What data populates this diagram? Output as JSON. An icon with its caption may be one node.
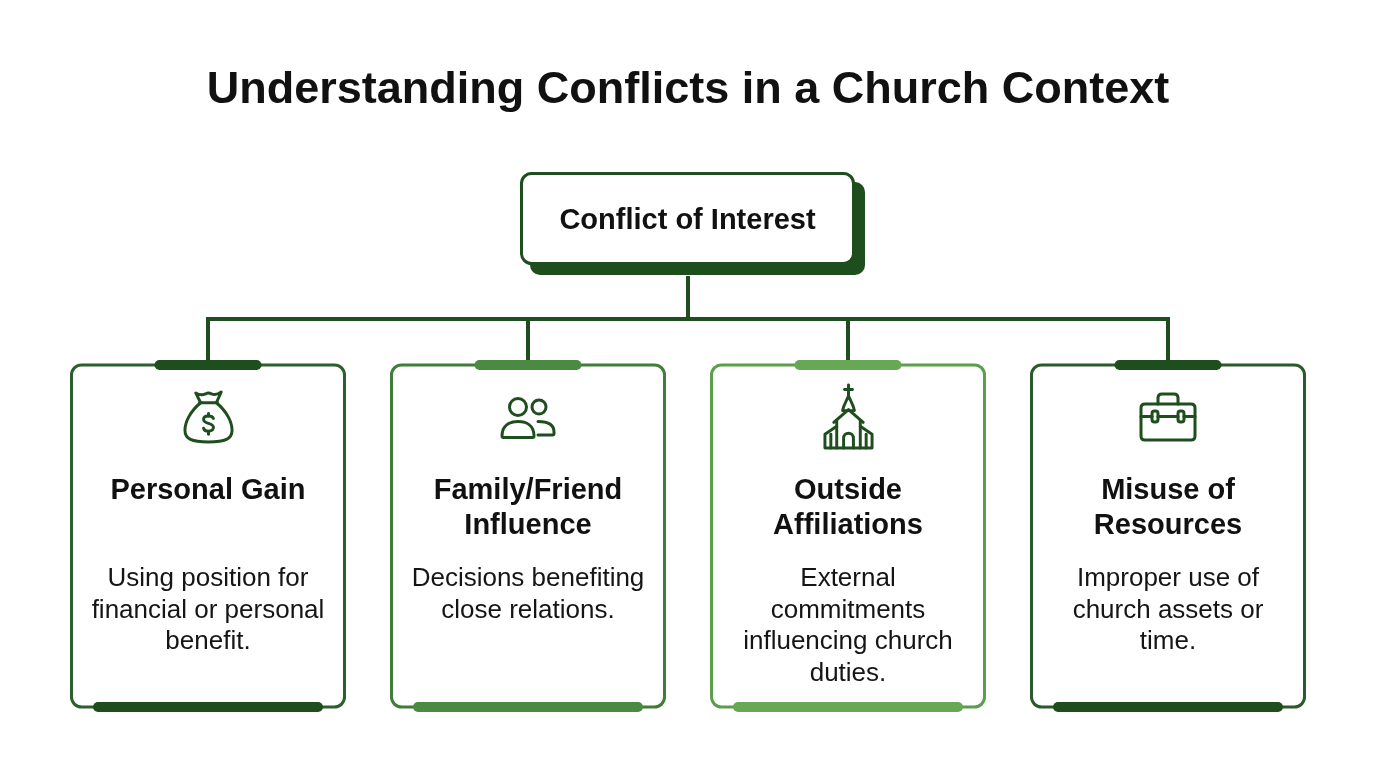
{
  "diagram": {
    "title": "Understanding Conflicts in a Church Context",
    "nodes": [
      {
        "text": [
          "Conflict of Interest"
        ]
      },
      {
        "text": [
          "Personal Gain",
          "Using position for financial or personal benefit."
        ]
      },
      {
        "text": [
          "Family/Friend Influence",
          "Decisions benefiting close relations."
        ]
      },
      {
        "text": [
          "Outside Affiliations",
          "External commitments influencing church duties."
        ]
      },
      {
        "text": [
          "Misuse of Resources",
          "Improper use of church assets or time."
        ]
      }
    ],
    "edges": [
      {
        "from": 0,
        "to": 1,
        "arrow": "none"
      },
      {
        "from": 0,
        "to": 2,
        "arrow": "none"
      },
      {
        "from": 0,
        "to": 3,
        "arrow": "none"
      },
      {
        "from": 0,
        "to": 4,
        "arrow": "none"
      }
    ]
  }
}
